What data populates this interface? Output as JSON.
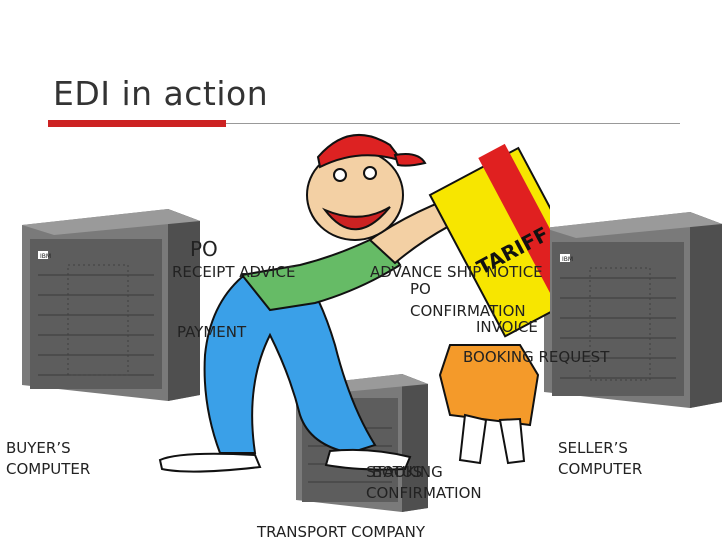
{
  "slide": {
    "title": "EDI in action"
  },
  "labels": {
    "buyer_computer_line1": "BUYER’S",
    "buyer_computer_line2": "COMPUTER",
    "seller_computer_line1": "SELLER’S",
    "seller_computer_line2": "COMPUTER",
    "transport_company": "TRANSPORT COMPANY",
    "po": "PO",
    "receipt_advice": "RECEIPT ADVICE",
    "payment": "PAYMENT",
    "advance_ship_notice": "ADVANCE SHIP NOTICE",
    "po_confirmation_line1": "PO",
    "po_confirmation_line2": "CONFIRMATION",
    "invoice": "INVOICE",
    "booking_request": "BOOKING REQUEST",
    "status": "STATUS",
    "booking": "BOOKING",
    "booking_confirmation_line2": "CONFIRMATION"
  },
  "tariff_sign": {
    "text": "TARIFF"
  },
  "server": {
    "brand": "IBM"
  },
  "colors": {
    "title_rule": "#cc2222",
    "server_body": "#6e6e6e",
    "cap": "#dd2222",
    "pants": "#3aa0e8",
    "shirt": "#66bb66",
    "sign_stripe_red": "#e02020",
    "sign_stripe_yellow": "#f7e600",
    "orange_shirt": "#f49a2a"
  }
}
